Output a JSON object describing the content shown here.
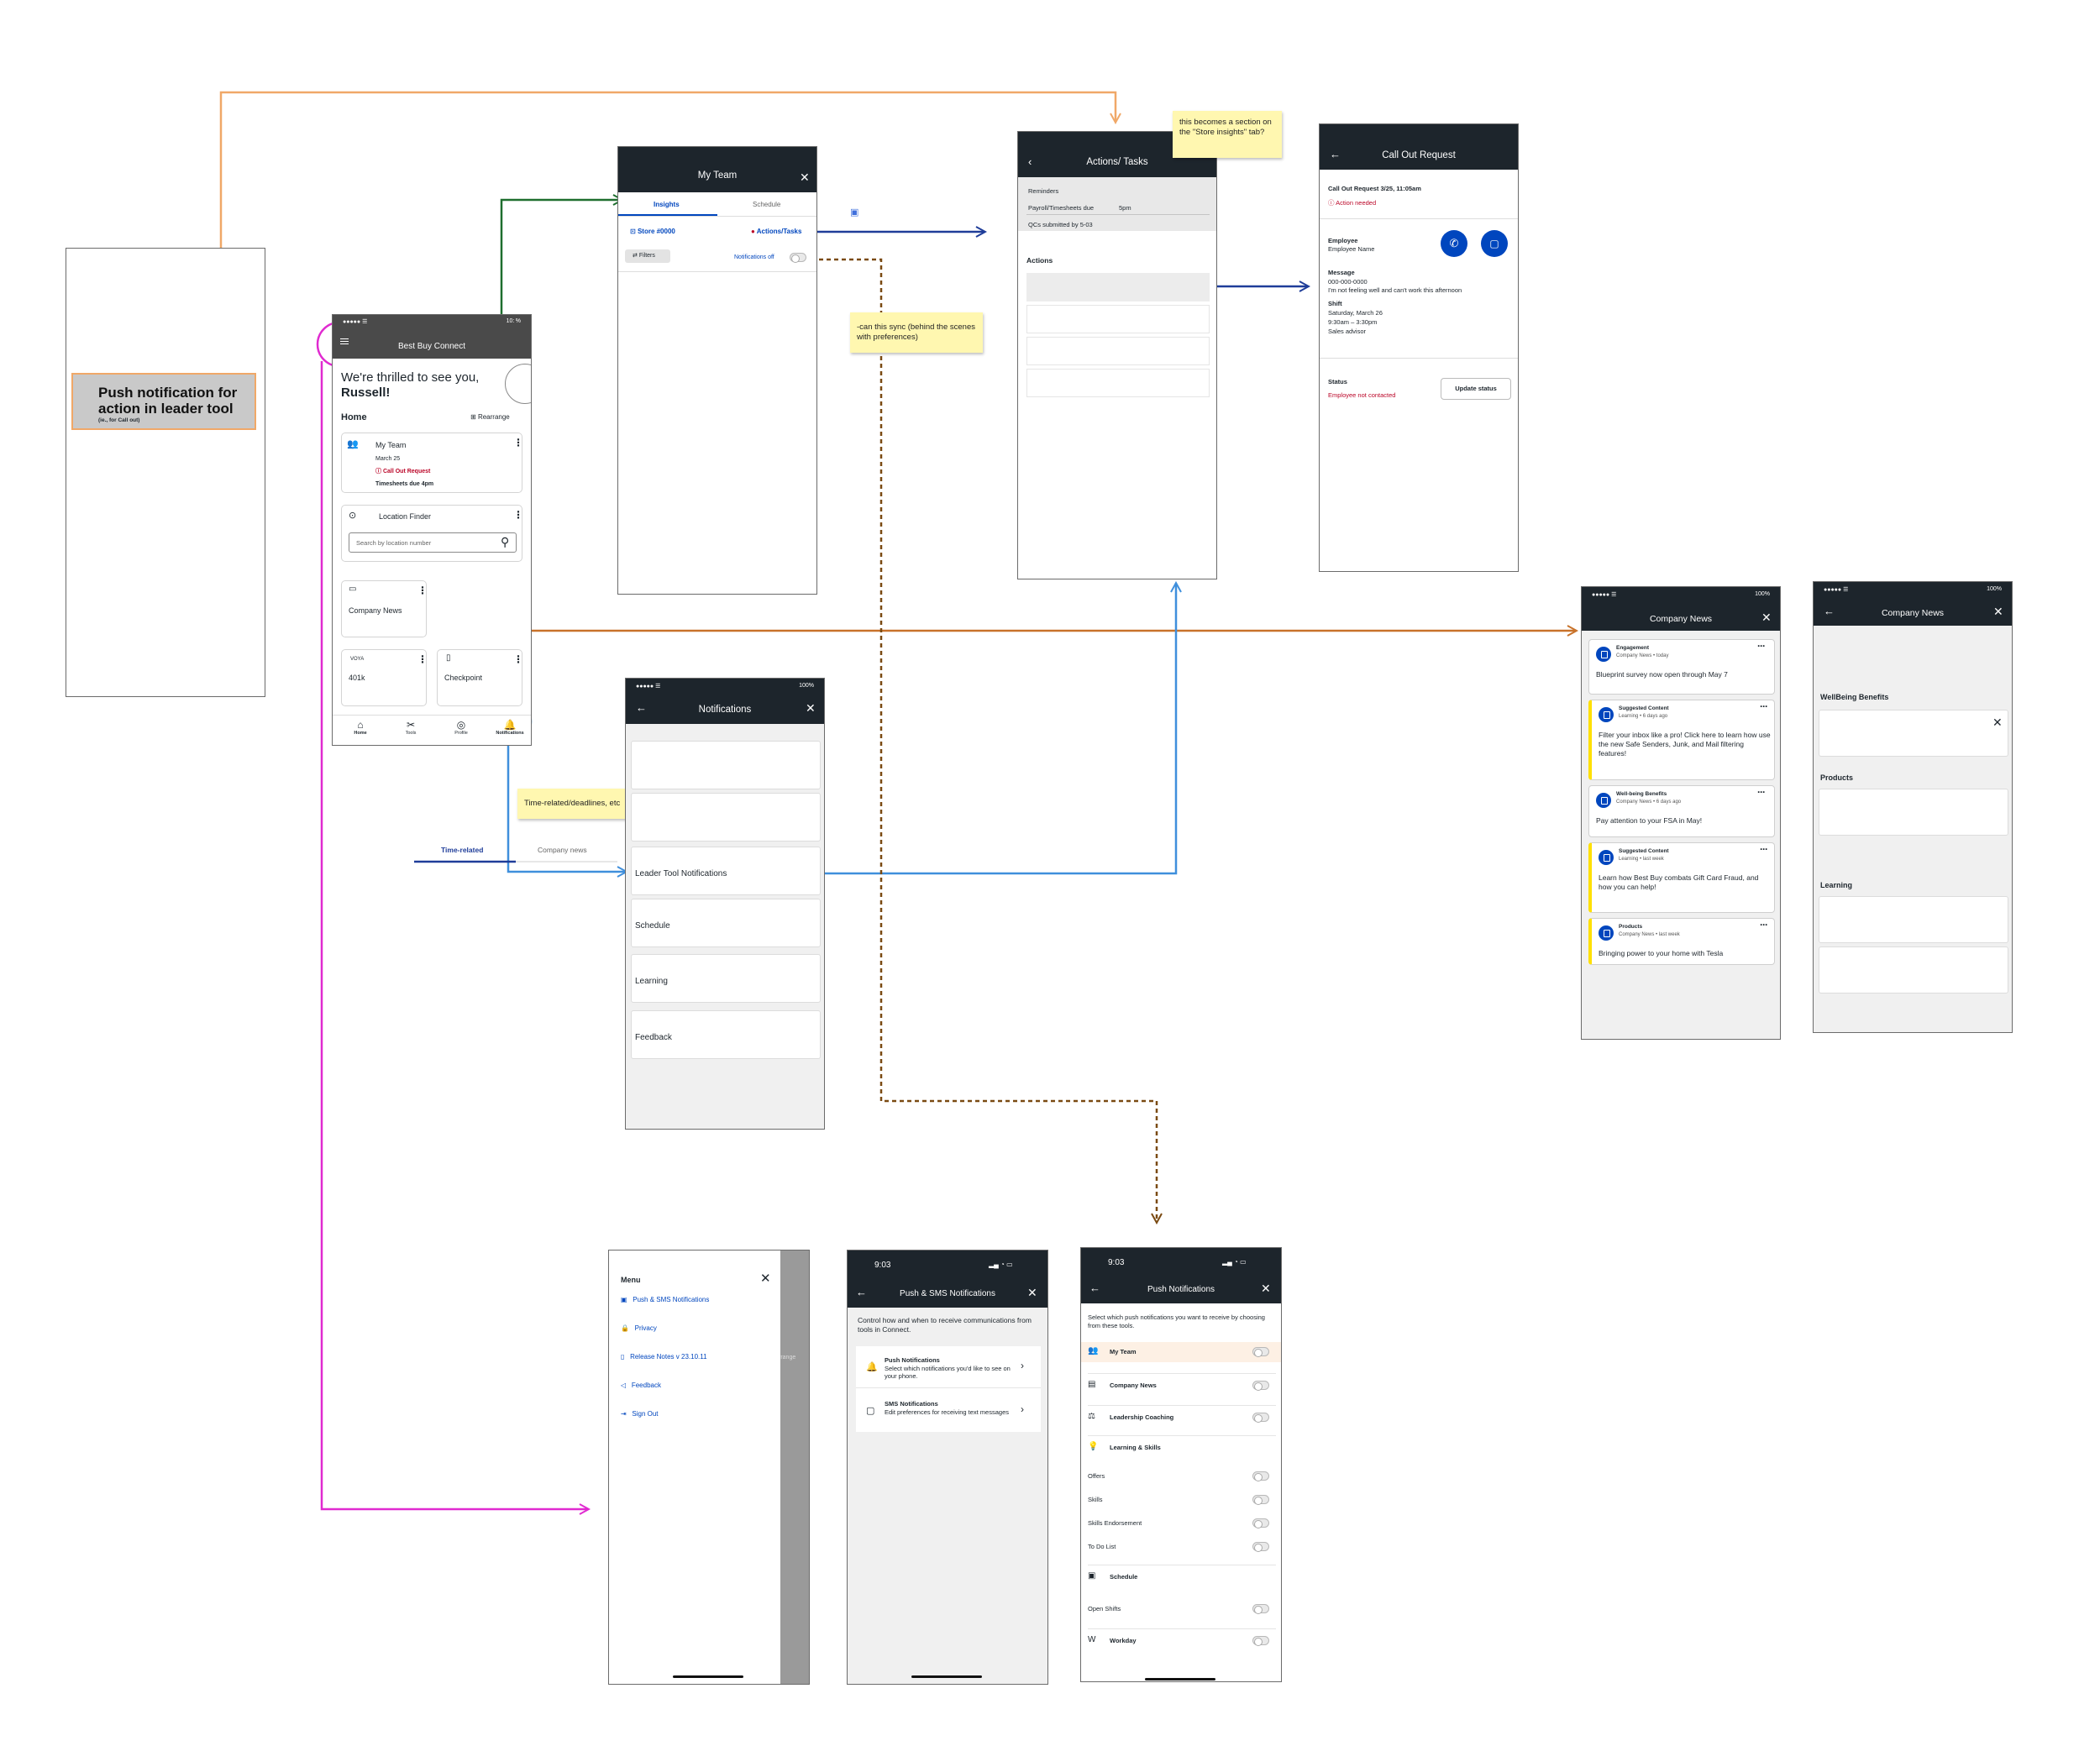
{
  "push_label": {
    "title": "Push notification for action in leader tool",
    "sub": "(ie., for Call out)"
  },
  "home": {
    "app_title": "Best Buy Connect",
    "status_time": "10: %",
    "greeting_line1": "We're thrilled to see you,",
    "greeting_line2": "Russell!",
    "section": "Home",
    "rearrange": "Rearrange",
    "my_team": {
      "title": "My Team",
      "date": "March 25",
      "callout": "Call Out Request",
      "timesheets": "Timesheets due 4pm"
    },
    "location_finder": {
      "title": "Location Finder",
      "search_placeholder": "Search by location number"
    },
    "company_news": "Company News",
    "k401": {
      "brand": "VOYA",
      "title": "401k"
    },
    "checkpoint": "Checkpoint",
    "nav": [
      "Home",
      "Tools",
      "Profile",
      "Notifications"
    ]
  },
  "my_team_screen": {
    "title": "My Team",
    "tabs": [
      "Insights",
      "Schedule"
    ],
    "store": "Store #0000",
    "actions": "Actions/Tasks",
    "filters": "Filters",
    "notifications_off": "Notifications off"
  },
  "actions_screen": {
    "title": "Actions/ Tasks",
    "reminders": "Reminders",
    "payroll": "Payroll/Timesheets due",
    "payroll_time": "5pm",
    "qcs": "QCs submitted by  5-03",
    "actions_label": "Actions"
  },
  "callout_screen": {
    "title": "Call Out Request",
    "request": "Call Out Request 3/25, 11:05am",
    "action_needed": "Action needed",
    "employee_label": "Employee",
    "employee_name": "Employee Name",
    "message_label": "Message",
    "phone": "000-000-0000",
    "message": "I'm not feeling well and can't work this afternoon",
    "shift_label": "Shift",
    "shift_date": "Saturday, March 26",
    "shift_time": "9:30am – 3:30pm",
    "role": "Sales advisor",
    "status_label": "Status",
    "status_value": "Employee not contacted",
    "update_button": "Update status"
  },
  "notifications_screen": {
    "title": "Notifications",
    "status": "100%",
    "items": [
      "Leader Tool Notifications",
      "Schedule",
      "Learning",
      "Feedback"
    ]
  },
  "tabs_floating": [
    "Time-related",
    "Company news"
  ],
  "stickies": {
    "store_insights": "this becomes a section on the \"Store insights\" tab?",
    "sync": "-can this sync (behind the scenes with preferences)",
    "time_related": "Time-related/deadlines, etc"
  },
  "company_news_screen": {
    "title": "Company News",
    "status": "100%",
    "items": [
      {
        "category": "Engagement",
        "meta": "Company News  •  today",
        "text": "Blueprint survey now open through May 7",
        "highlight": false
      },
      {
        "category": "Suggested Content",
        "meta": "Learning  •  6 days ago",
        "text": "Filter your inbox like a pro! Click here to learn how use the new Safe Senders, Junk, and Mail filtering features!",
        "highlight": true
      },
      {
        "category": "Well-being Benefits",
        "meta": "Company News  •  6 days ago",
        "text": "Pay attention to your FSA in May!",
        "highlight": false
      },
      {
        "category": "Suggested Content",
        "meta": "Learning  •  last week",
        "text": "Learn how Best Buy combats Gift Card Fraud, and how you can help!",
        "highlight": true
      },
      {
        "category": "Products",
        "meta": "Company News  •  last week",
        "text": "Bringing power to your home with Tesla",
        "highlight": true
      }
    ]
  },
  "company_news_grouped": {
    "title": "Company News",
    "status": "100%",
    "sections": [
      "WellBeing Benefits",
      "Products",
      "Learning"
    ]
  },
  "menu_screen": {
    "title": "Menu",
    "items": [
      "Push & SMS Notifications",
      "Privacy",
      "Release Notes v 23.10.11",
      "Feedback",
      "Sign Out"
    ],
    "bg_text": "rrange"
  },
  "push_sms_screen": {
    "time": "9:03",
    "title": "Push & SMS Notifications",
    "intro": "Control how and when to receive communications from tools in Connect.",
    "push_title": "Push Notifications",
    "push_desc": "Select which notifications you'd like to see on your phone.",
    "sms_title": "SMS Notifications",
    "sms_desc": "Edit preferences for receiving text messages"
  },
  "push_screen": {
    "time": "9:03",
    "title": "Push Notifications",
    "intro": "Select which push notifications you want to receive by choosing from these tools.",
    "rows": [
      {
        "label": "My Team",
        "kind": "tool",
        "highlight": true
      },
      {
        "label": "Company News",
        "kind": "tool"
      },
      {
        "label": "Leadership Coaching",
        "kind": "tool"
      },
      {
        "label": "Learning & Skills",
        "kind": "group"
      },
      {
        "label": "Offers",
        "kind": "sub"
      },
      {
        "label": "Skills",
        "kind": "sub"
      },
      {
        "label": "Skills Endorsement",
        "kind": "sub"
      },
      {
        "label": "To Do List",
        "kind": "sub"
      },
      {
        "label": "Schedule",
        "kind": "group"
      },
      {
        "label": "Open Shifts",
        "kind": "sub"
      },
      {
        "label": "Workday",
        "kind": "tool"
      }
    ]
  },
  "colors": {
    "header": "#1d252c",
    "brand_blue": "#0046be",
    "alert_red": "#bb0628",
    "orange": "#f0a868",
    "green": "#1e6e2e",
    "navy": "#1f3d99",
    "sky": "#3f8fdc",
    "brown": "#7a4a12",
    "rust": "#c8722a",
    "magenta": "#e02ad0"
  }
}
